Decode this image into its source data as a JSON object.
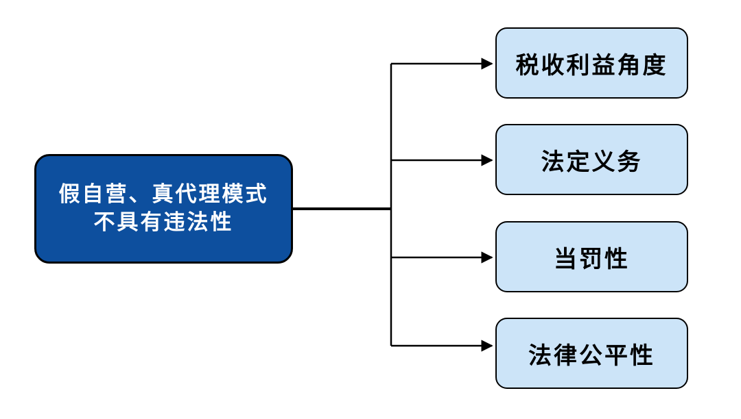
{
  "diagram": {
    "type": "flowchart-branch",
    "background_color": "#ffffff",
    "line_color": "#000000",
    "root": {
      "line1": "假自营、真代理模式",
      "line2": "不具有违法性",
      "fill": "#0D4F9E",
      "text_color": "#ffffff",
      "border_color": "#000000"
    },
    "branch_style": {
      "fill": "#CCE4F8",
      "text_color": "#000000",
      "border_color": "#000000"
    },
    "branches": [
      {
        "label": "税收利益角度"
      },
      {
        "label": "法定义务"
      },
      {
        "label": "当罚性"
      },
      {
        "label": "法律公平性"
      }
    ]
  }
}
